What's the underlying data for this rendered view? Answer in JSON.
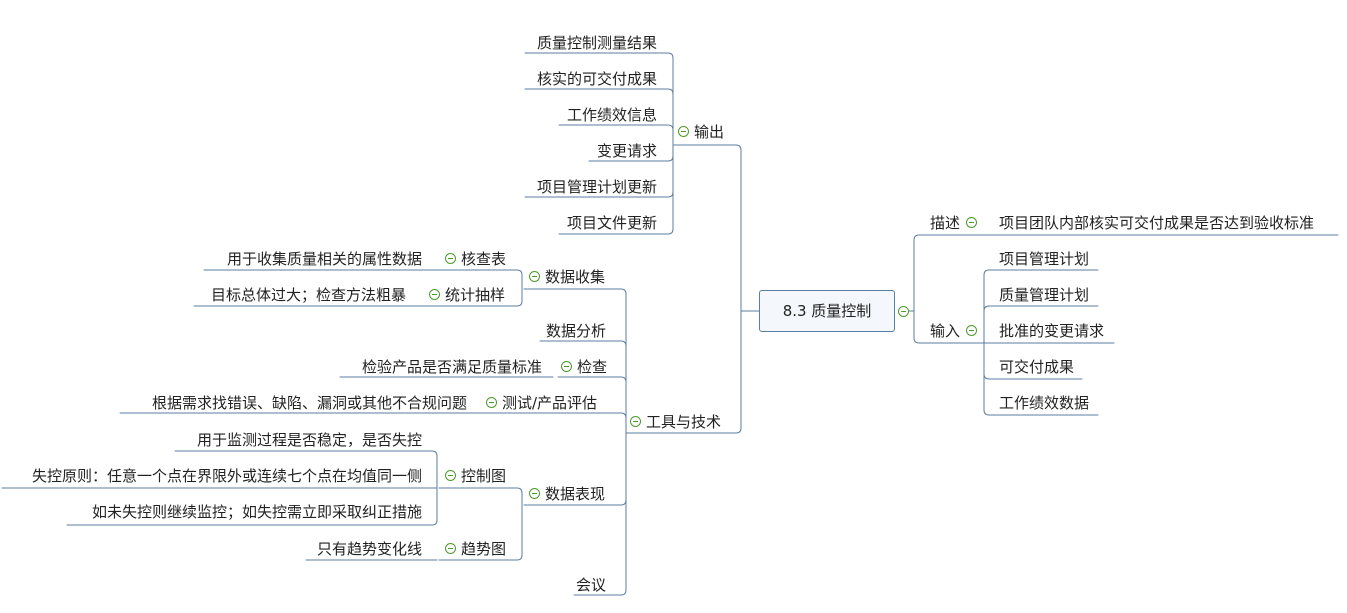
{
  "root": "8.3 质量控制",
  "output": {
    "label": "输出",
    "items": [
      "质量控制测量结果",
      "核实的可交付成果",
      "工作绩效信息",
      "变更请求",
      "项目管理计划更新",
      "项目文件更新"
    ]
  },
  "tools": {
    "label": "工具与技术",
    "data_collection": {
      "label": "数据收集",
      "checklist": {
        "label": "核查表",
        "note": "用于收集质量相关的属性数据"
      },
      "sampling": {
        "label": "统计抽样",
        "note": "目标总体过大；检查方法粗暴"
      }
    },
    "data_analysis": "数据分析",
    "inspection": {
      "label": "检查",
      "note": "检验产品是否满足质量标准"
    },
    "testing": {
      "label": "测试/产品评估",
      "note": "根据需求找错误、缺陷、漏洞或其他不合规问题"
    },
    "data_representation": {
      "label": "数据表现",
      "control_chart": {
        "label": "控制图",
        "notes": [
          "用于监测过程是否稳定，是否失控",
          "失控原则：任意一个点在界限外或连续七个点在均值同一侧",
          "如未失控则继续监控；如失控需立即采取纠正措施"
        ]
      },
      "trend_chart": {
        "label": "趋势图",
        "note": "只有趋势变化线"
      }
    },
    "meetings": "会议"
  },
  "description": {
    "label": "描述",
    "text": "项目团队内部核实可交付成果是否达到验收标准"
  },
  "input": {
    "label": "输入",
    "items": [
      "项目管理计划",
      "质量管理计划",
      "批准的变更请求",
      "可交付成果",
      "工作绩效数据"
    ]
  },
  "colors": {
    "line": "#5b7ea3",
    "toggle": "#4d9a2c"
  }
}
